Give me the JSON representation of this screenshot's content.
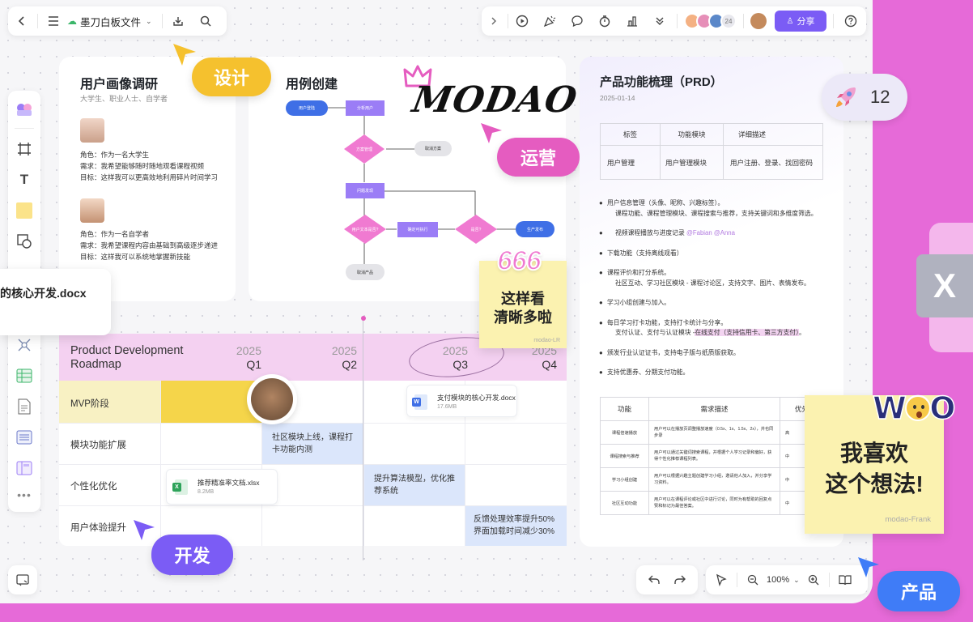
{
  "topbar": {
    "doc_title": "墨刀白板文件",
    "share_label": "分享",
    "collaborator_count": "24"
  },
  "personas": {
    "title": "用户画像调研",
    "subtitle": "大学生、职业人士、自学者",
    "p1": {
      "role": "角色：作为一名大学生",
      "need": "需求：我希望能够随时随地观看课程视频",
      "goal": "目标：这样我可以更高效地利用碎片时间学习"
    },
    "p2": {
      "role": "角色：作为一名自学者",
      "need": "需求：我希望课程内容由基础到高级逐步递进",
      "goal": "目标：这样我可以系统地掌握新技能"
    }
  },
  "usecase": {
    "title": "用例创建",
    "nodes": {
      "n1": "用户登陆",
      "n2": "分析用户",
      "n3": "方案管理",
      "n4": "取消方案",
      "n5": "问题发现",
      "n6": "用户文本是否?",
      "n7": "确定可执行",
      "n8": "是否?",
      "n9": "生产发布",
      "n10": "取消产品"
    }
  },
  "logo_text": "MODAO",
  "labels": {
    "design": "设计",
    "ops": "运营",
    "dev": "开发",
    "product": "产品"
  },
  "file_popup": "的核心开发.docx",
  "sticky_666": {
    "badge": "666",
    "line1": "这样看",
    "line2": "清晰多啦",
    "author": "modao-LR"
  },
  "roadmap": {
    "title_line1": "Product Development",
    "title_line2": "Roadmap",
    "quarters": [
      {
        "year": "2025",
        "q": "Q1"
      },
      {
        "year": "2025",
        "q": "Q2"
      },
      {
        "year": "2025",
        "q": "Q3"
      },
      {
        "year": "2025",
        "q": "Q4"
      }
    ],
    "rows": [
      "MVP阶段",
      "模块功能扩展",
      "个性化优化",
      "用户体验提升"
    ],
    "cells": {
      "c1": "社区模块上线，课程打卡功能内测",
      "c2": "提升算法模型，优化推荐系统",
      "c3_line1": "反馈处理效率提升50%",
      "c3_line2": "界面加载时间减少30%"
    },
    "files": {
      "docx_name": "支付模块的核心开发.docx",
      "docx_size": "17.6MB",
      "xlsx_name": "推荐精准率文档.xlsx",
      "xlsx_size": "8.2MB"
    }
  },
  "prd": {
    "title": "产品功能梳理（PRD）",
    "date": "2025-01-14",
    "table1": {
      "headers": [
        "标签",
        "功能模块",
        "详细描述"
      ],
      "row": [
        "用户管理",
        "用户管理模块",
        "用户注册、登录、找回密码"
      ]
    },
    "bullets": {
      "b1": "用户信息管理（头像、昵称、兴趣标签）。",
      "b1_sub": "课程功能、课程管理模块、课程搜索与推荐，支持关键词和多维度筛选。",
      "b2": "视频课程播放与进度记录",
      "b2_mention": "@Fabian @Anna",
      "b3": "下载功能（支持离线观看）",
      "b4": "课程评价和打分系统。",
      "b4_sub": "社区互动、学习社区模块 - 课程讨论区，支持文字、图片、表情发布。",
      "b5": "学习小组创建与加入。",
      "b6": "每日学习打卡功能，支持打卡统计与分享。",
      "b6_sub": "支付认证、支付与认证模块 -",
      "b6_highlight": "在线支付（支持信用卡、第三方支付）",
      "b7": "颁发行业认证证书，支持电子版与纸质版获取。",
      "b8": "支持优惠券、分期支付功能。"
    },
    "table2": {
      "headers": [
        "功能",
        "需求描述",
        "优先"
      ],
      "rows": [
        [
          "课程倍速播放",
          "用户可以在播放页调整播放速度（0.5x、1x、1.5x、2x），并也同步录",
          "高"
        ],
        [
          "课程搜索与推荐",
          "用户可以通过关键词搜索课程，并根据个人学习记录和偏好，获得个性化推荐课程列表。",
          "中"
        ],
        [
          "学习小组创建",
          "用户可以根据兴趣主题创建学习小组，邀请他人加入，并分享学习资料。",
          "中"
        ],
        [
          "社区互动功能",
          "用户可以在课程评论或社区中进行讨论，同时为有帮助的回复点赞和标记为最佳答案。",
          "中"
        ]
      ]
    }
  },
  "reaction": {
    "emoji": "rocket",
    "count": "12"
  },
  "sticky_frank": {
    "badge": "WOO",
    "line1": "我喜欢",
    "line2": "这个想法!",
    "author": "modao-Frank"
  },
  "bottom_bar": {
    "zoom": "100%"
  },
  "colors": {
    "accent": "#7b5cf5",
    "background_pink": "#e66ad8",
    "design_yellow": "#f5c12e",
    "ops_pink": "#e55cc0",
    "dev_purple": "#7b5cf5",
    "product_blue": "#3f7cf7",
    "sticky_yellow": "#fbf2b0"
  }
}
